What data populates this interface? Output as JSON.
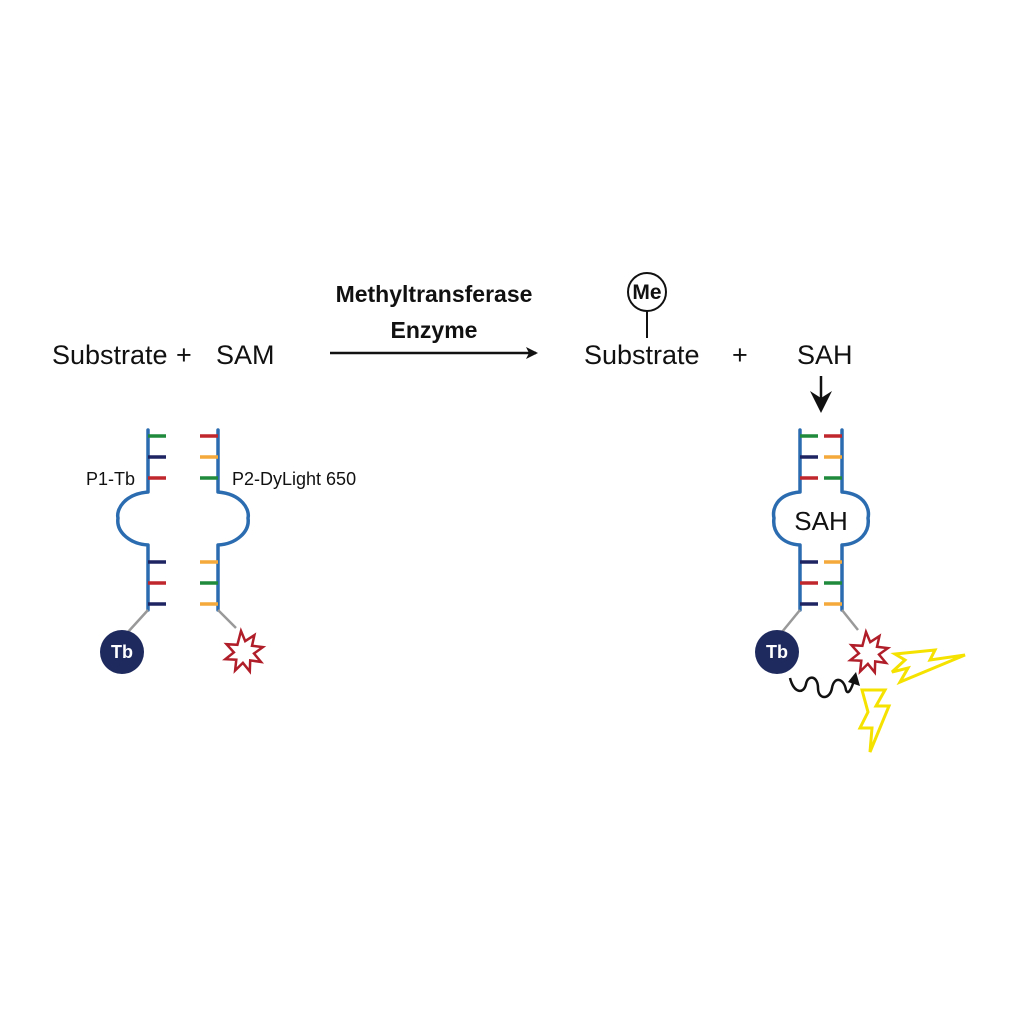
{
  "equation": {
    "substrate": "Substrate",
    "plus": "+",
    "sam": "SAM",
    "arrow_label_line1": "Methyltransferase",
    "arrow_label_line2": "Enzyme",
    "product_substrate": "Substrate",
    "methyl_group": "Me",
    "plus2": "+",
    "sah": "SAH"
  },
  "probes": {
    "p1_label": "P1-Tb",
    "p2_label": "P2-DyLight 650",
    "tb_label": "Tb",
    "complex_tb_label": "Tb",
    "complex_sah_label": "SAH"
  },
  "colors": {
    "strand": "#2b6cb0",
    "green": "#1f8a3c",
    "navy": "#1e2461",
    "red": "#c0272d",
    "orange": "#f4a93a",
    "tb_fill": "#1e2a5e",
    "burst": "#b01e2a",
    "lightning": "#f5e200"
  }
}
